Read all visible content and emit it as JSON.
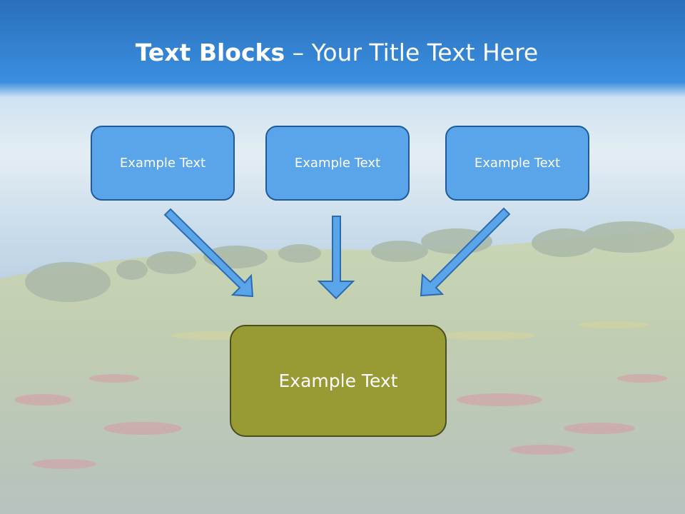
{
  "slide": {
    "title_bold": "Text Blocks",
    "title_rest": " – Your Title Text Here"
  },
  "blocks": {
    "top": [
      {
        "label": "Example Text"
      },
      {
        "label": "Example Text"
      },
      {
        "label": "Example Text"
      }
    ],
    "bottom": {
      "label": "Example Text"
    }
  },
  "colors": {
    "sky_top": "#2a6fbb",
    "top_box_fill": "#5aa5ea",
    "top_box_border": "#1f5b9b",
    "bottom_box_fill": "#989a33",
    "bottom_box_border": "#4a4f22",
    "arrow_fill": "#5aa5ea",
    "arrow_stroke": "#2c6bb0"
  }
}
